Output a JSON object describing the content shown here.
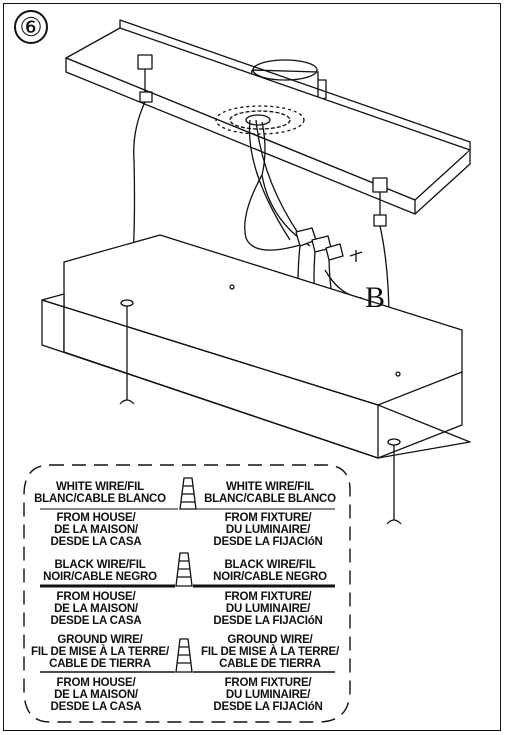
{
  "step": {
    "number": "⑥"
  },
  "callout": {
    "label": "B"
  },
  "wiring": {
    "white": {
      "left": "WHITE WIRE/FIL\nBLANC/CABLE BLANCO",
      "right": "WHITE WIRE/FIL\nBLANC/CABLE BLANCO",
      "from_house": "FROM HOUSE/\nDE LA MAISON/\nDESDE LA CASA",
      "from_fixture": "FROM FIXTURE/\nDU LUMINAIRE/\nDESDE LA FIJACIóN"
    },
    "black": {
      "left": "BLACK WIRE/FIL\nNOIR/CABLE NEGRO",
      "right": "BLACK WIRE/FIL\nNOIR/CABLE NEGRO",
      "from_house": "FROM HOUSE/\nDE LA MAISON/\nDESDE LA CASA",
      "from_fixture": "FROM FIXTURE/\nDU LUMINAIRE/\nDESDE LA FIJACIóN"
    },
    "ground": {
      "left": "GROUND WIRE/\nFIL DE MISE À LA TERRE/\nCABLE DE TIERRA",
      "right": "GROUND WIRE/\nFIL DE MISE À LA TERRE/\nCABLE DE TIERRA",
      "from_house": "FROM HOUSE/\nDE LA MAISON/\nDESDE LA CASA",
      "from_fixture": "FROM FIXTURE/\nDU LUMINAIRE/\nDESDE LA FIJACIóN"
    }
  }
}
